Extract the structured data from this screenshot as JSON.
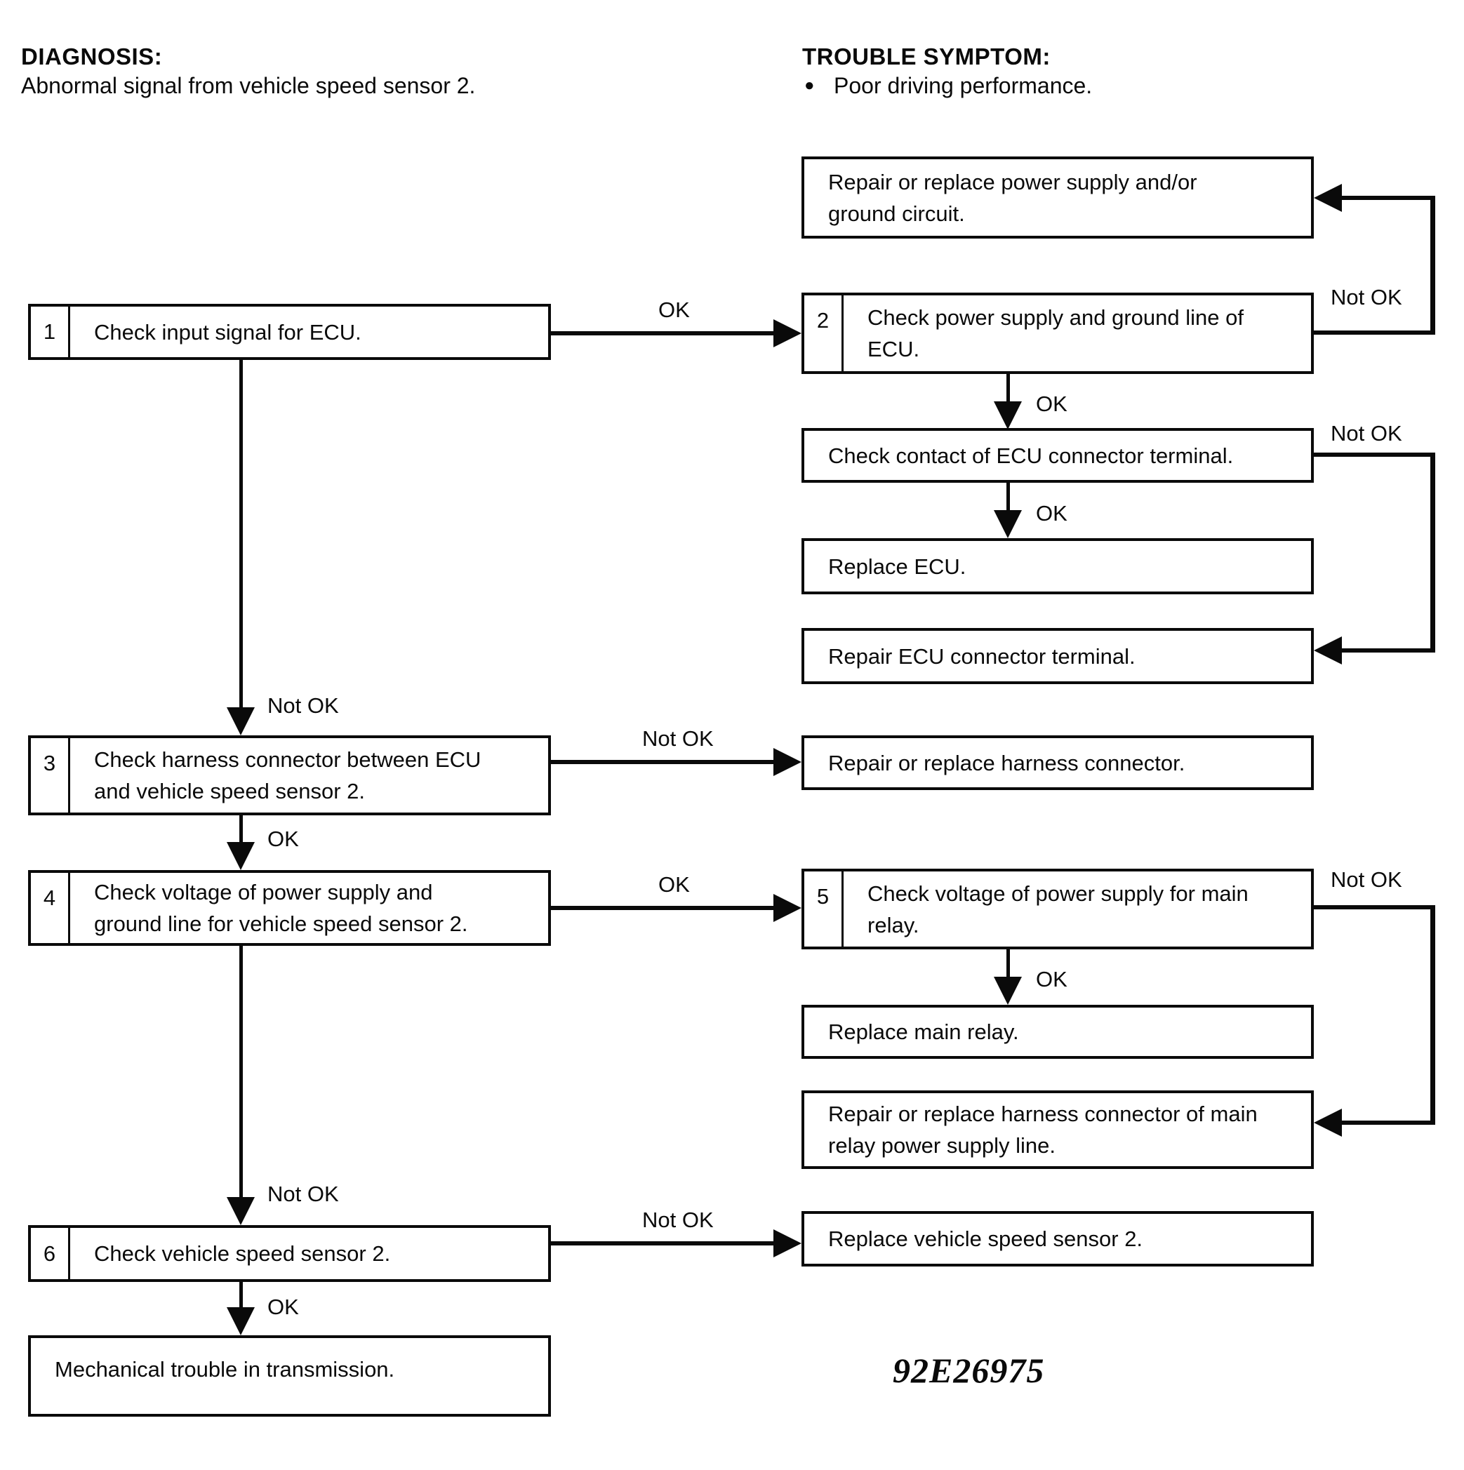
{
  "header": {
    "diagnosis_label": "DIAGNOSIS:",
    "diagnosis_text": "Abnormal signal from vehicle speed sensor 2.",
    "symptom_label": "TROUBLE SYMPTOM:",
    "symptom_item": "Poor driving performance.",
    "bullet": "●"
  },
  "labels": {
    "ok": "OK",
    "not_ok": "Not OK"
  },
  "boxes": {
    "step1": {
      "num": "1",
      "text": "Check input signal for ECU."
    },
    "step2": {
      "num": "2",
      "text": "Check power supply and ground line of\nECU."
    },
    "step3": {
      "num": "3",
      "text": "Check harness connector between ECU\nand vehicle speed sensor 2."
    },
    "step4": {
      "num": "4",
      "text": "Check voltage of power supply and\nground line for vehicle speed sensor 2."
    },
    "step5": {
      "num": "5",
      "text": "Check voltage of power supply for main\nrelay."
    },
    "step6": {
      "num": "6",
      "text": "Check vehicle speed sensor 2."
    },
    "repair_power": {
      "text": "Repair or replace power supply and/or\nground circuit."
    },
    "check_contact": {
      "text": "Check contact of ECU connector terminal."
    },
    "replace_ecu": {
      "text": "Replace ECU."
    },
    "repair_terminal": {
      "text": "Repair ECU connector terminal."
    },
    "repair_harness": {
      "text": "Repair or replace harness connector."
    },
    "replace_relay": {
      "text": "Replace main relay."
    },
    "repair_relay_harness": {
      "text": "Repair or replace harness connector of main\nrelay power supply line."
    },
    "replace_sensor": {
      "text": "Replace vehicle speed sensor 2."
    },
    "mechanical": {
      "text": "Mechanical trouble in transmission."
    }
  },
  "connections": [
    {
      "from": "step1",
      "to": "step2",
      "label": "OK"
    },
    {
      "from": "step1",
      "to": "step3",
      "label": "Not OK"
    },
    {
      "from": "step2",
      "to": "repair_power",
      "label": "Not OK"
    },
    {
      "from": "step2",
      "to": "check_contact",
      "label": "OK"
    },
    {
      "from": "check_contact",
      "to": "replace_ecu",
      "label": "OK"
    },
    {
      "from": "check_contact",
      "to": "repair_terminal",
      "label": "Not OK"
    },
    {
      "from": "step3",
      "to": "repair_harness",
      "label": "Not OK"
    },
    {
      "from": "step3",
      "to": "step4",
      "label": "OK"
    },
    {
      "from": "step4",
      "to": "step5",
      "label": "OK"
    },
    {
      "from": "step4",
      "to": "step6",
      "label": "Not OK"
    },
    {
      "from": "step5",
      "to": "replace_relay",
      "label": "OK"
    },
    {
      "from": "step5",
      "to": "repair_relay_harness",
      "label": "Not OK"
    },
    {
      "from": "step6",
      "to": "replace_sensor",
      "label": "Not OK"
    },
    {
      "from": "step6",
      "to": "mechanical",
      "label": "OK"
    }
  ],
  "figure_code": "92E26975"
}
